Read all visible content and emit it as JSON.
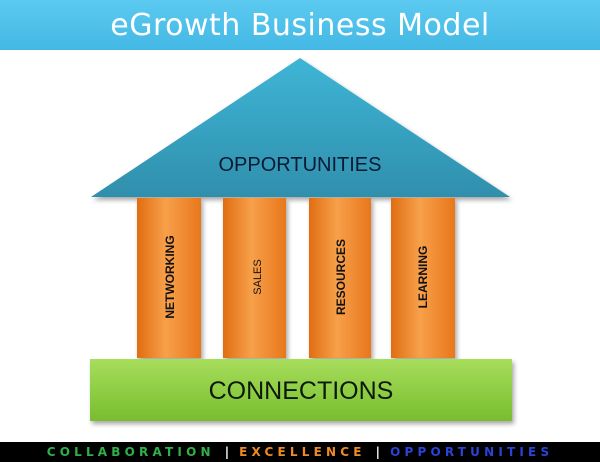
{
  "header": {
    "title": "eGrowth Business Model"
  },
  "diagram": {
    "roof_label": "OPPORTUNITIES",
    "pillars": [
      {
        "label": "NETWORKING"
      },
      {
        "label": "SALES"
      },
      {
        "label": "RESOURCES"
      },
      {
        "label": "LEARNING"
      }
    ],
    "base_label": "CONNECTIONS"
  },
  "footer": {
    "items": [
      {
        "label": "COLLABORATION",
        "color": "#2fb14a"
      },
      {
        "label": "EXCELLENCE",
        "color": "#f08a24"
      },
      {
        "label": "OPPORTUNITIES",
        "color": "#2a43d8"
      }
    ],
    "separator": "|"
  },
  "colors": {
    "header": "#4fc1ea",
    "roof": "#3aa2bf",
    "pillar": "#f2892c",
    "base": "#8dcf3f"
  }
}
